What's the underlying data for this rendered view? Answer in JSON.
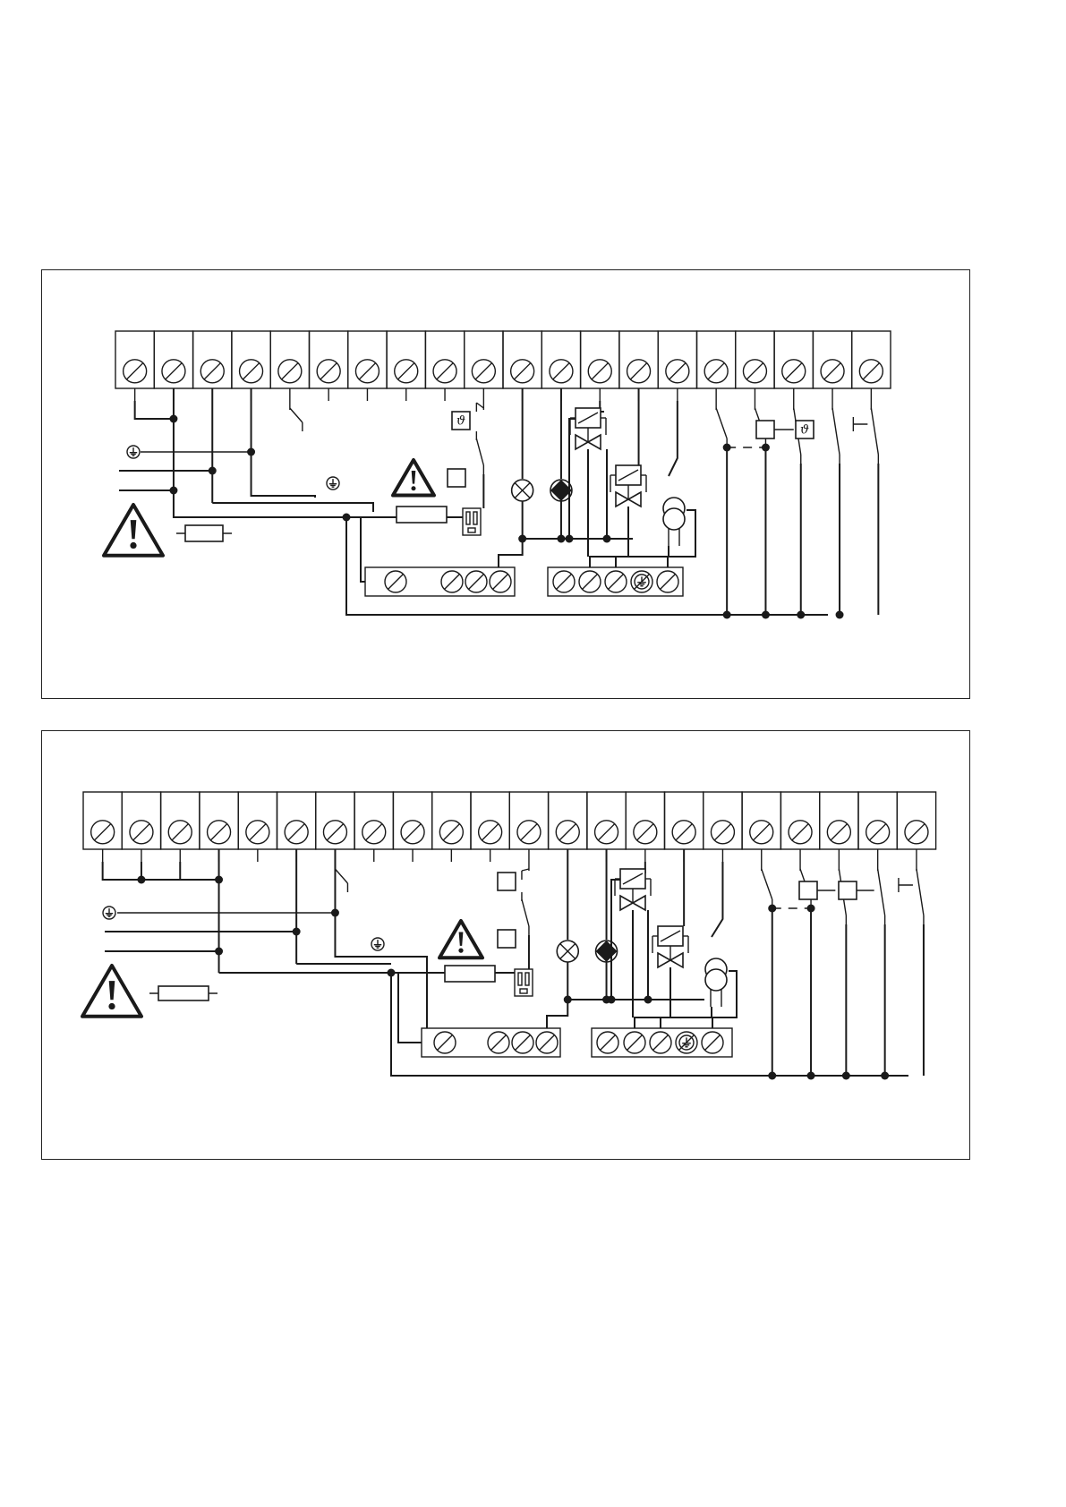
{
  "diagrams": [
    {
      "terminal_count": 20,
      "lower_block_a_screws": 4,
      "lower_block_b_screws": 5,
      "variant": "thermostat"
    },
    {
      "terminal_count": 22,
      "lower_block_a_screws": 4,
      "lower_block_b_screws": 5,
      "variant": "relay"
    }
  ],
  "symbols": {
    "warning": "warning-triangle-icon",
    "earth": "earth-ground-icon",
    "fuse": "fuse-icon",
    "lamp": "lamp-icon",
    "valve": "solenoid-valve-icon",
    "transformer": "ignition-transformer-icon",
    "thermostat": "thermostat-icon",
    "relay": "relay-coil-icon",
    "connector": "plug-connector-icon",
    "switch": "switch-contact-icon",
    "terminal": "screw-terminal-icon"
  },
  "thermostat_glyph": "ϑ",
  "colors": {
    "line": "#1a1a1a",
    "background": "#ffffff"
  }
}
